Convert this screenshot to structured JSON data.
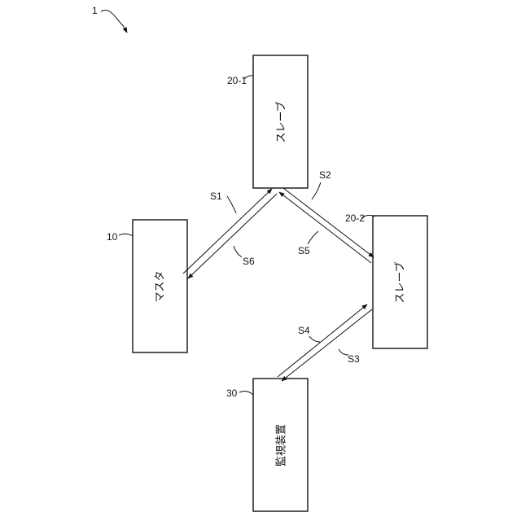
{
  "figure": {
    "ref": "1"
  },
  "nodes": {
    "master": {
      "ref": "10",
      "text": "マスタ"
    },
    "slave1": {
      "ref": "20-1",
      "text": "スレーブ"
    },
    "slave2": {
      "ref": "20-2",
      "text": "スレーブ"
    },
    "monitor": {
      "ref": "30",
      "text": "監視装置"
    }
  },
  "signals": {
    "s1": "S1",
    "s2": "S2",
    "s3": "S3",
    "s4": "S4",
    "s5": "S5",
    "s6": "S6"
  }
}
